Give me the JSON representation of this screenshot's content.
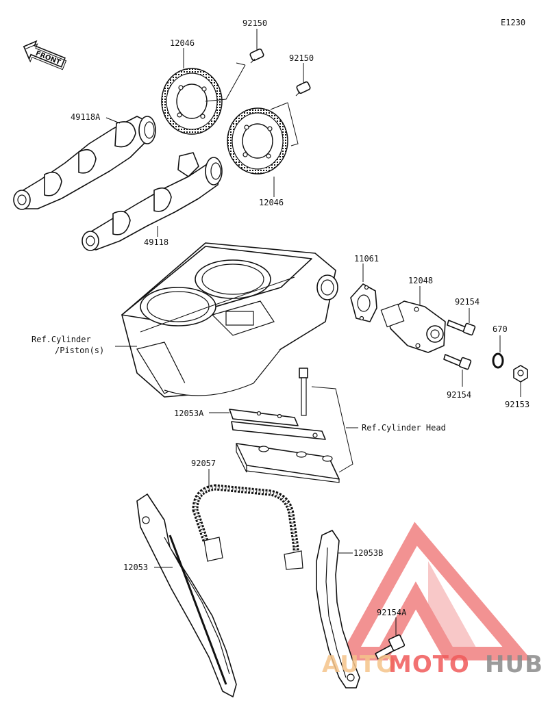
{
  "diagram_code": "E1230",
  "front_label": "FRONT",
  "parts": {
    "bolt_92150_a": "92150",
    "sprocket_12046_a": "12046",
    "bolt_92150_b": "92150",
    "camshaft_49118A": "49118A",
    "sprocket_12046_b": "12046",
    "camshaft_49118": "49118",
    "gasket_11061": "11061",
    "tensioner_12048": "12048",
    "bolt_92154_a": "92154",
    "oring_670": "670",
    "bolt_92154_b": "92154",
    "cap_92153": "92153",
    "guide_12053A": "12053A",
    "chain_92057": "92057",
    "guide_12053": "12053",
    "guide_12053B": "12053B",
    "bolt_92154A": "92154A"
  },
  "references": {
    "cylinder_line1": "Ref.Cylinder",
    "cylinder_line2": "/Piston(s)",
    "cylinder_head": "Ref.Cylinder Head"
  },
  "watermark": {
    "part1": "AUTO",
    "part2": "MOTO",
    "part3": "HUB",
    "colors": {
      "logo": "#f08080",
      "auto": "#f5c48a",
      "moto": "#f05a5a",
      "hub": "#8a8a8a"
    }
  }
}
